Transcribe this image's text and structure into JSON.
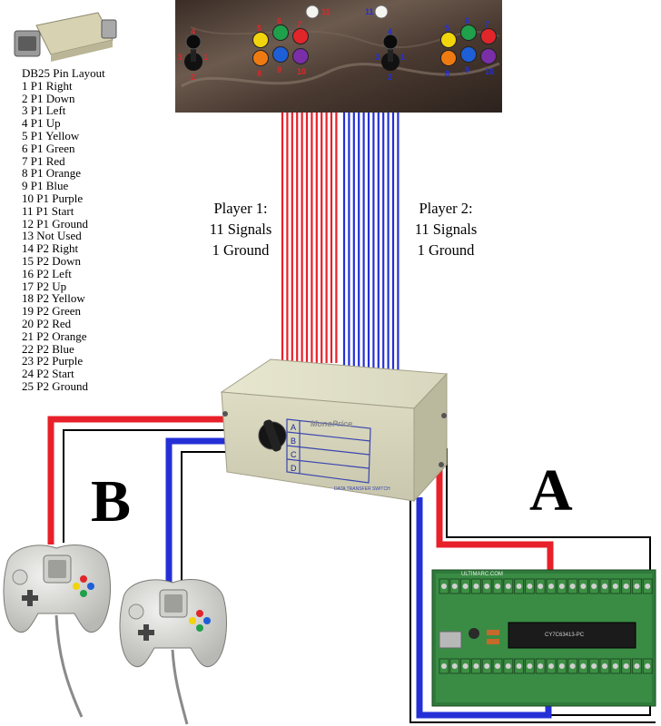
{
  "pin_layout": {
    "title": "DB25 Pin Layout",
    "pins": [
      "1 P1 Right",
      "2 P1 Down",
      "3 P1 Left",
      "4 P1 Up",
      "5 P1 Yellow",
      "6 P1 Green",
      "7 P1 Red",
      "8 P1 Orange",
      "9 P1 Blue",
      "10 P1 Purple",
      "11 P1 Start",
      "12 P1 Ground",
      "13 Not Used",
      "14 P2 Right",
      "15 P2 Down",
      "16 P2 Left",
      "17 P2 Up",
      "18 P2 Yellow",
      "19 P2 Green",
      "20 P2 Red",
      "21 P2 Orange",
      "22 P2 Blue",
      "23 P2 Purple",
      "24 P2 Start",
      "25 P2 Ground"
    ]
  },
  "player1": {
    "line1": "Player 1:",
    "line2": "11 Signals",
    "line3": "1 Ground"
  },
  "player2": {
    "line1": "Player 2:",
    "line2": "11 Signals",
    "line3": "1 Ground"
  },
  "output_labels": {
    "b": "B",
    "a": "A"
  },
  "switch_box": {
    "brand": "MonoPrice",
    "positions": [
      "A",
      "B",
      "C",
      "D"
    ],
    "caption": "DATA TRANSFER SWITCH"
  },
  "control_panel": {
    "p1_joystick_numbers": [
      "1",
      "2",
      "3",
      "4"
    ],
    "p1_button_numbers": [
      "5",
      "6",
      "7",
      "8",
      "9",
      "10"
    ],
    "p1_start_number": "11",
    "p2_joystick_numbers": [
      "1",
      "2",
      "3",
      "4"
    ],
    "p2_button_numbers": [
      "5",
      "6",
      "7",
      "8",
      "9",
      "10"
    ],
    "p2_start_number": "11"
  },
  "pcb": {
    "brand": "ULTIMARC.COM",
    "chip": "CY7C63413-PC"
  },
  "colors": {
    "p1_wire": "#e8202a",
    "p2_wire": "#2430d6",
    "ground_wire": "#000000",
    "button_yellow": "#f2d40c",
    "button_green": "#1fa04a",
    "button_red": "#e0262a",
    "button_orange": "#f07a12",
    "button_blue": "#1e5fd8",
    "button_purple": "#7a2ea8"
  }
}
